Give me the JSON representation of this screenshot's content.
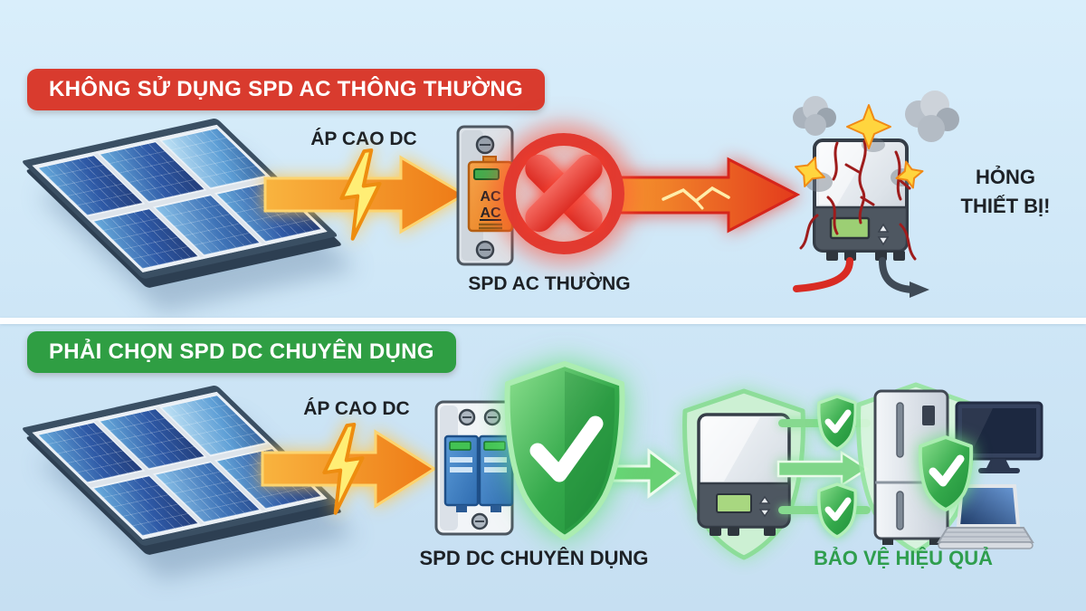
{
  "colors": {
    "background_top": "#d9eefb",
    "background_bottom": "#c6dff2",
    "red_banner": "#d93b2e",
    "green_banner": "#2f9e43",
    "dark_text": "#1d2126",
    "green_text": "#2f9e4e",
    "arrow_orange": "#ef7d1a",
    "error_red": "#e23a30",
    "shield_green": "#34a94b"
  },
  "top_section": {
    "banner": "KHÔNG SỬ DỤNG SPD AC THÔNG THƯỜNG",
    "surge_label": "ÁP CAO DC",
    "spd_device_marking_line1": "AC",
    "spd_device_marking_line2": "AC",
    "spd_label": "SPD AC THƯỜNG",
    "damage_label_line1": "HỎNG",
    "damage_label_line2": "THIẾT BỊ!"
  },
  "bottom_section": {
    "banner": "PHẢI CHỌN SPD DC CHUYÊN DỤNG",
    "surge_label": "ÁP CAO DC",
    "spd_label": "SPD DC CHUYÊN DỤNG",
    "result_label": "BẢO VỆ HIỆU QUẢ"
  }
}
